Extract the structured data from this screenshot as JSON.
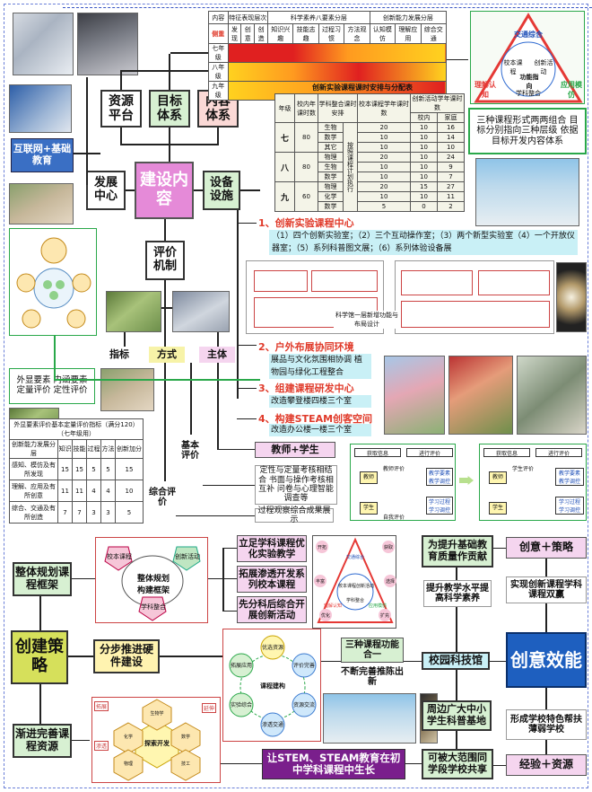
{
  "center": {
    "build": "建设内容",
    "goal": "目标体系",
    "resource": "资源平台",
    "content": "内容体系",
    "internet": "互联网+基础教育",
    "dev_center": "发展中心",
    "equipment": "设备设施",
    "evaluation": "评价机制",
    "indicator": "指标",
    "method": "方式",
    "subject": "主体",
    "basic_eval": "基本评价",
    "comp_eval": "综合评价"
  },
  "goal_table": {
    "header": [
      "内容",
      "特征表现层次",
      "",
      "",
      "科学素养八要素分层",
      "",
      "",
      "",
      "创新能力发展分层",
      "",
      ""
    ],
    "row1_label": "侧重",
    "row1": [
      "发现",
      "创意",
      "创造",
      "知识兴趣",
      "技能志趣",
      "过程习惯",
      "方法观念",
      "认知模仿",
      "理解应用",
      "综合交通"
    ],
    "grades": [
      "七年级",
      "八年级",
      "九年级"
    ]
  },
  "triangle": {
    "top": "交通综合",
    "left": "理解认知",
    "right": "应用模仿",
    "inner_left": "校本课程",
    "inner_right": "创新活动",
    "center": "功能指向",
    "inner_bottom": "学科整合"
  },
  "three_forms": "三种课程形式两两组合 目标分别指向三种层级 依据目标开发内容体系",
  "schedule_table": {
    "title": "创新实验课程课时安排与分配表",
    "headers": [
      "年级",
      "校内年课时数",
      "学科整合课时安排",
      "",
      "校本课程学年课时数",
      "创新活动学年课时数",
      "",
      ""
    ],
    "sub_headers": [
      "校内",
      "家庭"
    ],
    "rows": [
      [
        "七",
        "80",
        "生物",
        "按照课程计划执行",
        "20",
        "10",
        "16"
      ],
      [
        "",
        "",
        "数学",
        "",
        "10",
        "10",
        "14"
      ],
      [
        "",
        "",
        "其它",
        "",
        "10",
        "10",
        "10"
      ],
      [
        "八",
        "80",
        "物理",
        "",
        "20",
        "10",
        "24"
      ],
      [
        "",
        "",
        "生物",
        "",
        "10",
        "10",
        "9"
      ],
      [
        "",
        "",
        "数学",
        "",
        "10",
        "10",
        "7"
      ],
      [
        "九",
        "60",
        "物理",
        "",
        "20",
        "15",
        "27"
      ],
      [
        "",
        "",
        "化学",
        "",
        "10",
        "10",
        "11"
      ],
      [
        "",
        "",
        "数学",
        "",
        "5",
        "0",
        "2"
      ]
    ]
  },
  "facility": {
    "s1": "1、创新实验课程中心",
    "s1_text": "（1）四个创新实验室；（2）三个互动操作室；（3）两个新型实验室（4）一个开放仪器室；（5）系列科普图文展；（6）系列体验设备展",
    "floor_caption": "科学馆一层新增功能与布局设计",
    "s2": "2、户外布展协同环境",
    "s2_text": "展品与文化氛围相协调 植物园与绿化工程整合",
    "s3": "3、组建课程研发中心",
    "s3_text": "改造攀登楼四楼三个室",
    "s4": "4、构建STEAM创客空间",
    "s4_text": "改造办公楼一楼三个室"
  },
  "evaluation": {
    "indicator_text": "外显要素 内涵要素 定量评价 定性评价",
    "teacher_student": "教师+学生",
    "basic_text": "定性与定量考核相结合 书面与操作考核相互补 问卷与心理智能调查等",
    "comp_text": "过程观察综合成果展示",
    "score_title": "外显要素评价基本定量评价指标（满分120）（七年级用）",
    "score_headers": [
      "创新能力发展分层",
      "知识",
      "技能",
      "过程",
      "方法",
      "创新加分"
    ],
    "score_rows": [
      [
        "感知、模仿及有所发现",
        "15",
        "15",
        "5",
        "5",
        "15"
      ],
      [
        "理解、应用及有所创意",
        "11",
        "11",
        "4",
        "4",
        "10"
      ],
      [
        "综合、交通及有所创造",
        "7",
        "7",
        "3",
        "3",
        "5"
      ]
    ]
  },
  "flow": {
    "get_info": "获取信息",
    "eval_progress": "进行评价",
    "teacher": "教师",
    "student": "学生",
    "teacher_eval": "教师评价",
    "self_eval": "自我评价",
    "student_eval": "学生评价",
    "eval_demand": "教学要素",
    "eval_adjust": "教学调控",
    "learn_process": "学习过程",
    "learn_adjust": "学习调控"
  },
  "strategy": {
    "create": "创建策略",
    "overall": "整体规划课程框架",
    "step": "分步推进硬件建设",
    "gradual": "渐进完善课程资源",
    "plan_center": "整体规划构建框架",
    "cycle": [
      "校本课程",
      "创新活动",
      "学科整合"
    ],
    "right1": "立足学科课程优化实验教学",
    "right2": "拓展渗透开发系列校本课程",
    "right3": "先分科后综合开展创新活动",
    "hex": [
      "优选资源",
      "评价完善",
      "资源交流",
      "渗透交通",
      "实验综合",
      "拓展应用",
      "课程建构"
    ],
    "three_courses": "三种课程功能合一",
    "improve": "不断完善推陈出新",
    "stem": "让STEM、STEAM教育在初中学科课程中生长",
    "explore_center": "探索开发",
    "explore_items": [
      "生物学",
      "数学",
      "技工",
      "化学",
      "物理"
    ],
    "explore_tags": [
      "拓展",
      "渗透",
      "延伸"
    ]
  },
  "effect": {
    "creative_effect": "创意效能",
    "creative_strategy": "创意＋策略",
    "realize": "实现创新课程学科课程双赢",
    "improve_basic": "为提升基础教育质量作贡献",
    "raise_level": "提升教学水平提高科学素养",
    "school_museum": "校园科技馆",
    "base": "周边广大中小学生科普基地",
    "share": "可被大范围同学段学校共享",
    "feature": "形成学校特色帮扶薄弱学校",
    "experience": "经验＋资源"
  },
  "tri_small": {
    "nodes": [
      "开拓",
      "获取",
      "丰富",
      "选择",
      "优化",
      "扩充"
    ],
    "inner": [
      "交通综合",
      "校本课程",
      "创新活动",
      "学科整合",
      "理解认知",
      "应用模仿"
    ]
  }
}
